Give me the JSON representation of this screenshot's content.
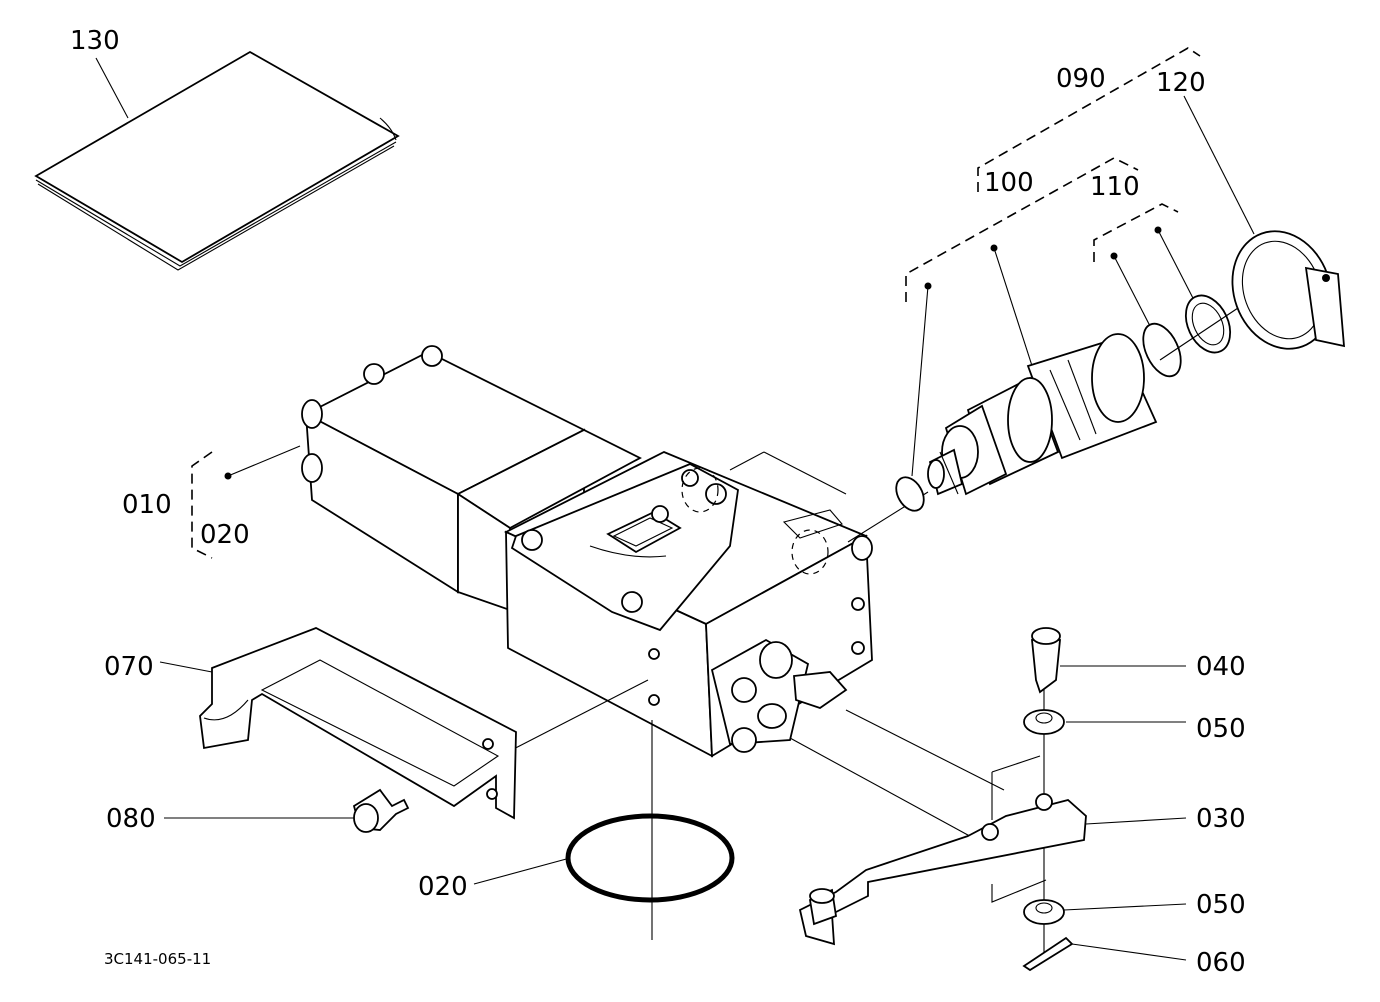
{
  "diagram_code": "3C141-065-11",
  "callouts": {
    "c130": "130",
    "c090": "090",
    "c120": "120",
    "c100": "100",
    "c110": "110",
    "c010": "010",
    "c020_top": "020",
    "c070": "070",
    "c040": "040",
    "c050_top": "050",
    "c080": "080",
    "c030": "030",
    "c020_bottom": "020",
    "c050_bottom": "050",
    "c060": "060"
  }
}
